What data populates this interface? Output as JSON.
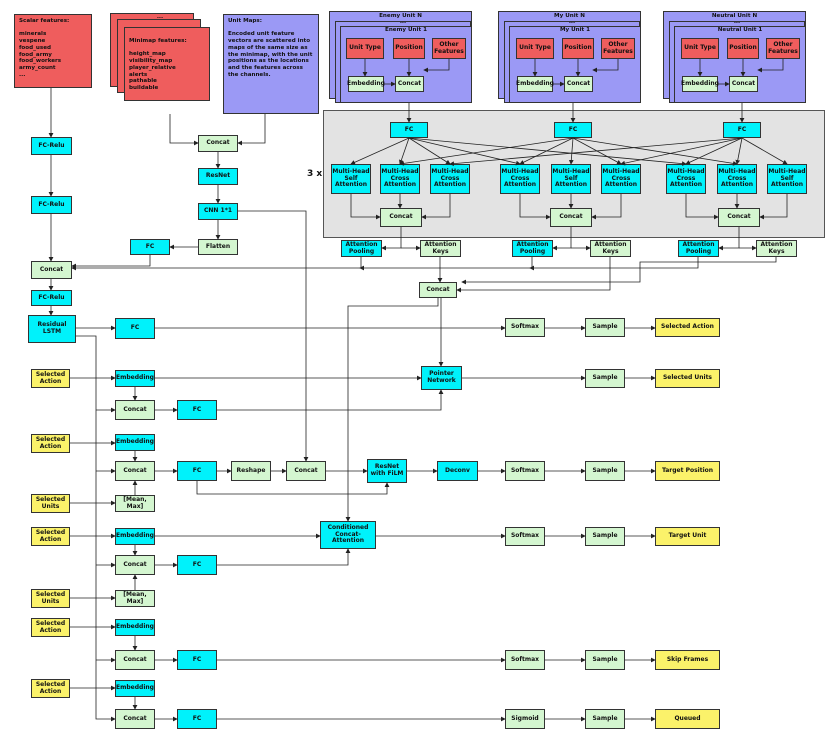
{
  "notes": {
    "scalar": "Scalar features:\n\nminerals\nvespene\nfood_used\nfood_army\nfood_workers\narmy_count\n...",
    "minimap_dots": "...",
    "minimap": "Minimap features:\n\nheight_map\nvisibility_map\nplayer_relative\nalerts\npathable\nbuildable",
    "unitmaps": "Unit Maps:\n\nEncoded unit feature vectors are scattered into maps of the same size as the minimap, with the unit positions as the locations and the features across the channels."
  },
  "groups": {
    "enemy": {
      "outer": "Enemy Unit N",
      "inner": "Enemy Unit 1"
    },
    "my": {
      "outer": "My Unit N",
      "inner": "My Unit 1"
    },
    "neutral": {
      "outer": "Neutral Unit N",
      "inner": "Neutral Unit 1"
    }
  },
  "unit_labels": {
    "dots": "...",
    "unit_type": "Unit Type",
    "position": "Position",
    "other": "Other\nFeatures",
    "embedding": "Embedding",
    "concat": "Concat"
  },
  "labels": {
    "fc": "FC",
    "fc_relu": "FC-Relu",
    "concat": "Concat",
    "resnet": "ResNet",
    "cnn": "CNN 1*1",
    "flatten": "Flatten",
    "self_attn": "Multi-Head\nSelf\nAttention",
    "cross_attn": "Multi-Head\nCross\nAttention",
    "attn_pool": "Attention\nPooling",
    "attn_keys": "Attention\nKeys",
    "lstm": "Residual\nLSTM",
    "embedding": "Embedding",
    "softmax": "Softmax",
    "sigmoid": "Sigmoid",
    "sample": "Sample",
    "pointer": "Pointer\nNetwork",
    "reshape": "Reshape",
    "resnet_film": "ResNet\nwith FiLM",
    "deconv": "Deconv",
    "meanmax": "[Mean, Max]",
    "cond_attn": "Conditioned\nConcat-Attention",
    "selected_action": "Selected\nAction",
    "selected_units": "Selected\nUnits",
    "x3": "3 x"
  },
  "outputs": {
    "selected_action": "Selected Action",
    "selected_units": "Selected Units",
    "target_position": "Target Position",
    "target_unit": "Target Unit",
    "skip_frames": "Skip Frames",
    "queued": "Queued"
  },
  "colors": {
    "fc": "#00f2fb",
    "concat": "#d4f6d0",
    "input": "#fbf26a",
    "feature": "#ef5d5d",
    "unit": "#9b99f5",
    "panel": "#e3e3e3"
  }
}
